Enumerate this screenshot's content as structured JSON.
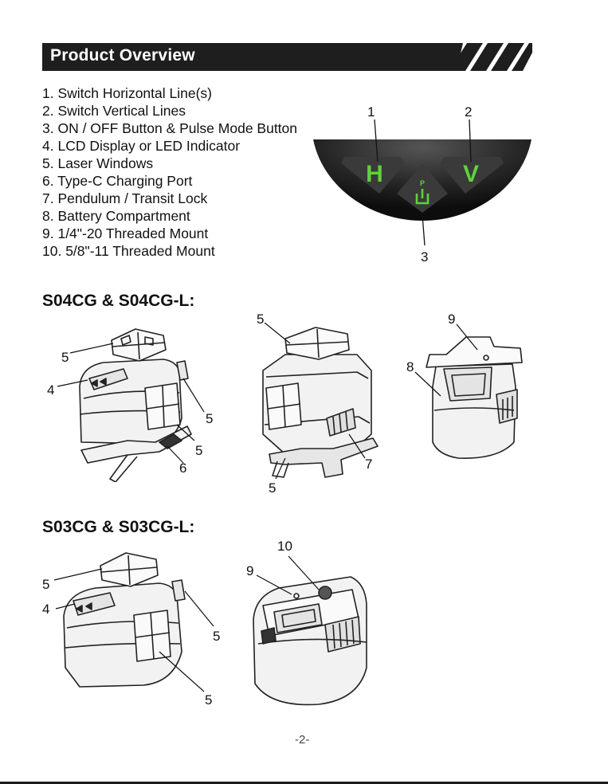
{
  "header": {
    "title": "Product Overview"
  },
  "features": [
    "1. Switch Horizontal Line(s)",
    "2. Switch Vertical Lines",
    "3. ON / OFF Button & Pulse Mode Button",
    "4. LCD Display or LED Indicator",
    "5. Laser Windows",
    "6. Type-C Charging Port",
    "7. Pendulum / Transit Lock",
    "8. Battery Compartment",
    "9. 1/4\"-20 Threaded Mount",
    "10. 5/8\"-11 Threaded Mount"
  ],
  "panel": {
    "callout_1": "1",
    "callout_2": "2",
    "callout_3": "3",
    "h_label": "H",
    "v_label": "V",
    "pulse_label": "P"
  },
  "section_1": {
    "title": "S04CG & S04CG-L:",
    "callouts": {
      "a_5a": "5",
      "a_4": "4",
      "a_5b": "5",
      "a_5c": "5",
      "a_6": "6",
      "b_5a": "5",
      "b_7": "7",
      "b_5b": "5",
      "c_9": "9",
      "c_8": "8"
    }
  },
  "section_2": {
    "title": "S03CG & S03CG-L:",
    "callouts": {
      "a_5a": "5",
      "a_4": "4",
      "a_5b": "5",
      "a_5c": "5",
      "b_10": "10",
      "b_9": "9"
    }
  },
  "footer": {
    "page_number": "-2-"
  },
  "colors": {
    "header_bg": "#1e1e1e",
    "button_green": "#5fd13c"
  }
}
